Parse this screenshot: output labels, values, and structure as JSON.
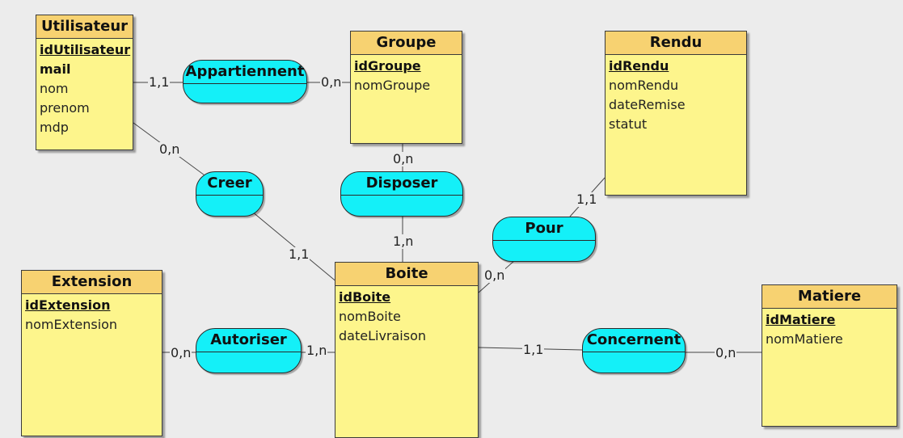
{
  "entities": {
    "utilisateur": {
      "name": "Utilisateur",
      "attributes": [
        {
          "text": "idUtilisateur",
          "style": "pk"
        },
        {
          "text": "mail",
          "style": "bold"
        },
        {
          "text": "nom",
          "style": ""
        },
        {
          "text": "prenom",
          "style": ""
        },
        {
          "text": "mdp",
          "style": ""
        }
      ]
    },
    "groupe": {
      "name": "Groupe",
      "attributes": [
        {
          "text": "idGroupe",
          "style": "pk"
        },
        {
          "text": "nomGroupe",
          "style": ""
        }
      ]
    },
    "rendu": {
      "name": "Rendu",
      "attributes": [
        {
          "text": "idRendu",
          "style": "pk"
        },
        {
          "text": "nomRendu",
          "style": ""
        },
        {
          "text": "dateRemise",
          "style": ""
        },
        {
          "text": "statut",
          "style": ""
        }
      ]
    },
    "extension": {
      "name": "Extension",
      "attributes": [
        {
          "text": "idExtension",
          "style": "pk"
        },
        {
          "text": "nomExtension",
          "style": ""
        }
      ]
    },
    "boite": {
      "name": "Boite",
      "attributes": [
        {
          "text": "idBoite",
          "style": "pk"
        },
        {
          "text": "nomBoite",
          "style": ""
        },
        {
          "text": "dateLivraison",
          "style": ""
        }
      ]
    },
    "matiere": {
      "name": "Matiere",
      "attributes": [
        {
          "text": "idMatiere",
          "style": "pk"
        },
        {
          "text": "nomMatiere",
          "style": ""
        }
      ]
    }
  },
  "associations": {
    "appartiennent": "Appartiennent",
    "creer": "Creer",
    "disposer": "Disposer",
    "pour": "Pour",
    "autoriser": "Autoriser",
    "concernent": "Concernent"
  },
  "cardinalities": {
    "utilisateur_appartiennent": "1,1",
    "groupe_appartiennent": "0,n",
    "utilisateur_creer": "0,n",
    "boite_creer": "1,1",
    "groupe_disposer": "0,n",
    "boite_disposer": "1,n",
    "rendu_pour": "1,1",
    "boite_pour": "0,n",
    "extension_autoriser": "0,n",
    "boite_autoriser": "1,n",
    "boite_concernent": "1,1",
    "matiere_concernent": "0,n"
  },
  "colors": {
    "entity_fill": "#fdf58c",
    "entity_header": "#f7d271",
    "association_fill": "#14f0f8",
    "background": "#ececec"
  }
}
